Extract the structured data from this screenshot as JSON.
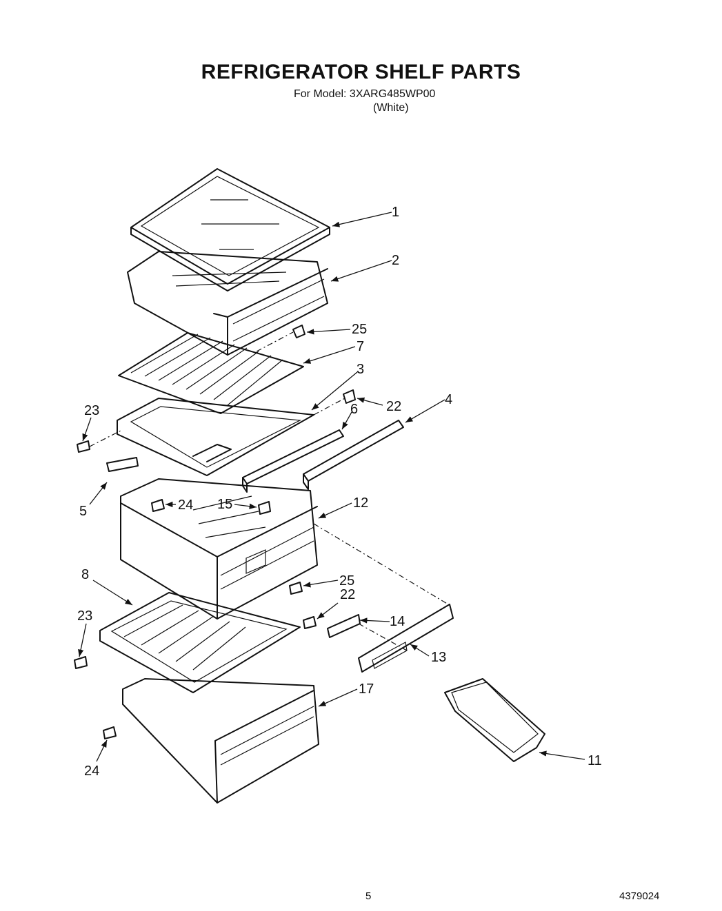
{
  "header": {
    "title": "REFRIGERATOR SHELF PARTS",
    "model_line": "For Model: 3XARG485WP00",
    "color_line": "(White)"
  },
  "callouts": [
    "1",
    "2",
    "25",
    "7",
    "3",
    "22",
    "6",
    "4",
    "23",
    "5",
    "24",
    "15",
    "12",
    "8",
    "25",
    "22",
    "23",
    "14",
    "13",
    "17",
    "24",
    "11"
  ],
  "footer": {
    "page_number": "5",
    "document_number": "4379024"
  }
}
